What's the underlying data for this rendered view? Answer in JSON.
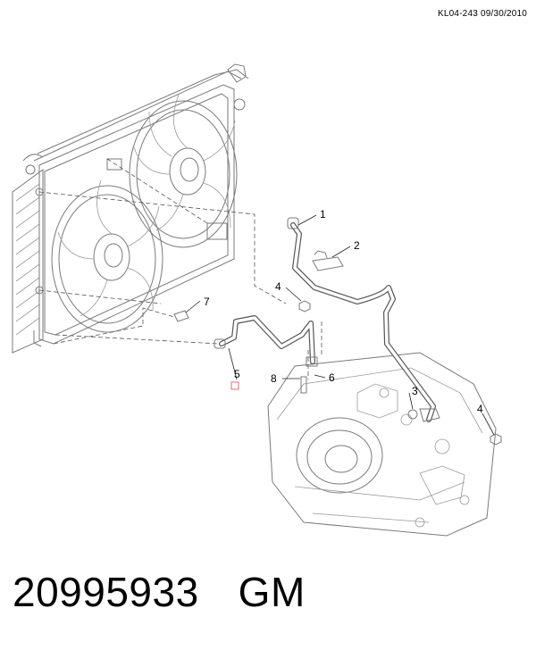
{
  "header": {
    "code": "KL04-243 09/30/2010"
  },
  "callouts": [
    "1",
    "2",
    "3",
    "4",
    "4",
    "5",
    "6",
    "7",
    "8"
  ],
  "footer": {
    "part_number": "20995933",
    "brand": "GM"
  },
  "colors": {
    "linework": "#7a7a7a",
    "text": "#000000",
    "marker": "#d05050"
  }
}
